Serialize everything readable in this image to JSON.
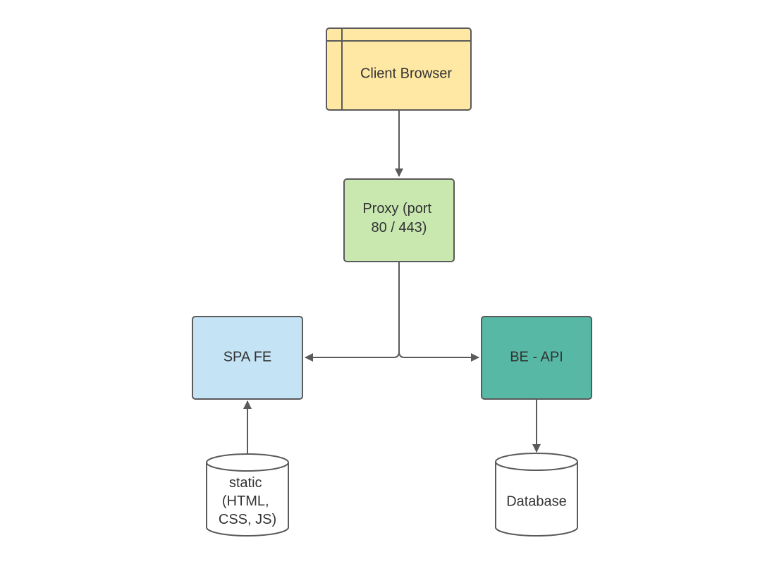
{
  "nodes": {
    "client_browser": {
      "label": "Client Browser",
      "fill": "#ffe8a3",
      "icon": "browser-window-icon"
    },
    "proxy": {
      "lines": [
        "Proxy (port",
        "80 / 443)"
      ],
      "fill": "#c8e8b0"
    },
    "spa_fe": {
      "label": "SPA FE",
      "fill": "#c4e3f5"
    },
    "be_api": {
      "label": "BE - API",
      "fill": "#57b8a6"
    },
    "static_store": {
      "lines": [
        "static",
        "(HTML,",
        "CSS, JS)"
      ],
      "shape": "cylinder",
      "fill": "#ffffff"
    },
    "database": {
      "label": "Database",
      "shape": "cylinder",
      "fill": "#ffffff"
    }
  },
  "edges": [
    {
      "from": "client_browser",
      "to": "proxy"
    },
    {
      "from": "proxy",
      "to": "spa_fe"
    },
    {
      "from": "proxy",
      "to": "be_api"
    },
    {
      "from": "static_store",
      "to": "spa_fe"
    },
    {
      "from": "be_api",
      "to": "database"
    }
  ],
  "colors": {
    "stroke": "#5a5a5a",
    "text": "#333333"
  }
}
